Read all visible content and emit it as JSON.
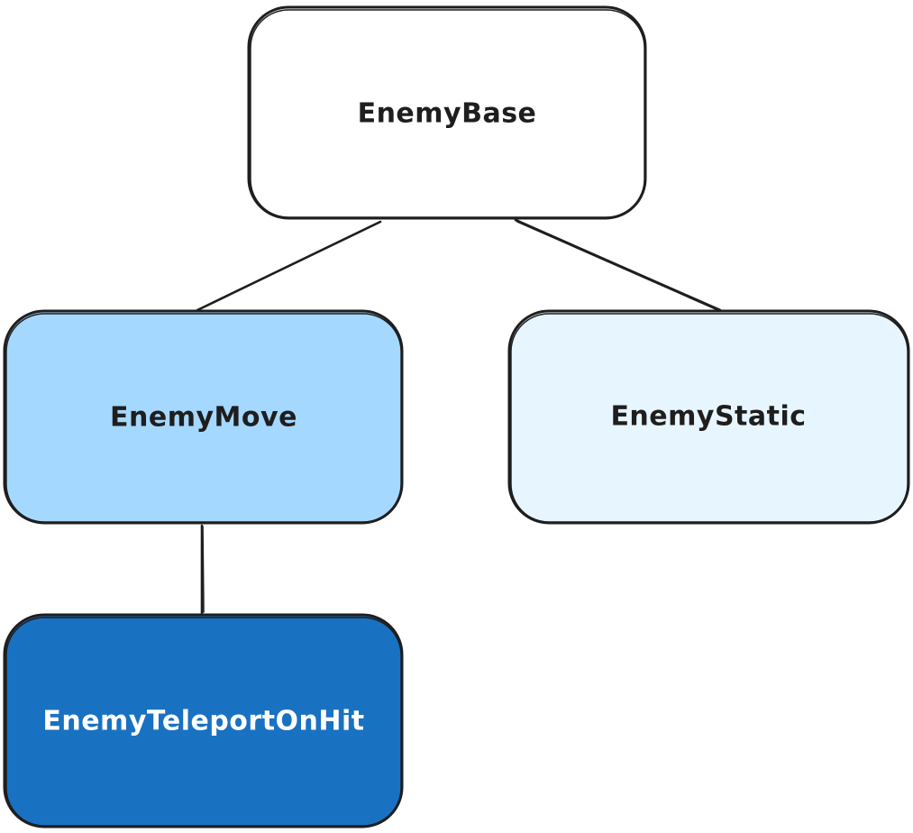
{
  "diagram": {
    "type": "class-hierarchy",
    "nodes": {
      "base": {
        "label": "EnemyBase",
        "fill": "#ffffff",
        "text_color": "#1e1e1e"
      },
      "move": {
        "label": "EnemyMove",
        "fill": "#a5d8ff",
        "text_color": "#1e1e1e"
      },
      "static": {
        "label": "EnemyStatic",
        "fill": "#e7f5ff",
        "text_color": "#1e1e1e"
      },
      "teleport": {
        "label": "EnemyTeleportOnHit",
        "fill": "#1971c2",
        "text_color": "#ffffff"
      }
    },
    "edges": [
      {
        "from": "EnemyBase",
        "to": "EnemyMove"
      },
      {
        "from": "EnemyBase",
        "to": "EnemyStatic"
      },
      {
        "from": "EnemyMove",
        "to": "EnemyTeleportOnHit"
      }
    ],
    "stroke_color": "#1e1e1e"
  }
}
